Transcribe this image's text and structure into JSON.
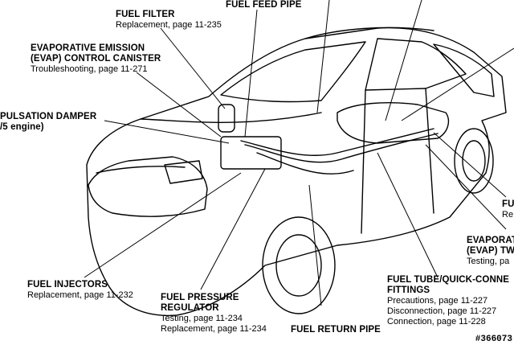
{
  "labels": {
    "fuel_filter": {
      "title": "FUEL FILTER",
      "sub": "Replacement, page 11-235"
    },
    "fuel_feed_pipe": {
      "title": "FUEL FEED PIPE"
    },
    "evap_canister": {
      "title_1": "EVAPORATIVE EMISSION",
      "title_2": "(EVAP) CONTROL CANISTER",
      "sub": "Troubleshooting, page 11-271"
    },
    "pulsation_damper": {
      "title": "PULSATION DAMPER",
      "sub": "/5 engine)"
    },
    "fuel_injectors": {
      "title": "FUEL INJECTORS",
      "sub": "Replacement, page 11-232"
    },
    "fuel_pressure_regulator": {
      "title_1": "FUEL PRESSURE",
      "title_2": "REGULATOR",
      "sub_1": "Testing, page 11-234",
      "sub_2": "Replacement, page 11-234"
    },
    "fuel_return_pipe": {
      "title": "FUEL RETURN PIPE"
    },
    "fuel_tube": {
      "title_1": "FUEL TUBE/QUICK-CONNE",
      "title_2": "FITTINGS",
      "sub_1": "Precautions, page 11-227",
      "sub_2": "Disconnection, page 11-227",
      "sub_3": "Connection, page 11-228"
    },
    "evap_two_way": {
      "title_1": "EVAPORAT",
      "title_2": "(EVAP) TW",
      "sub": "Testing, pa"
    },
    "fu_partial": {
      "title": "FU",
      "sub": "Re"
    }
  },
  "watermark": "#366073"
}
